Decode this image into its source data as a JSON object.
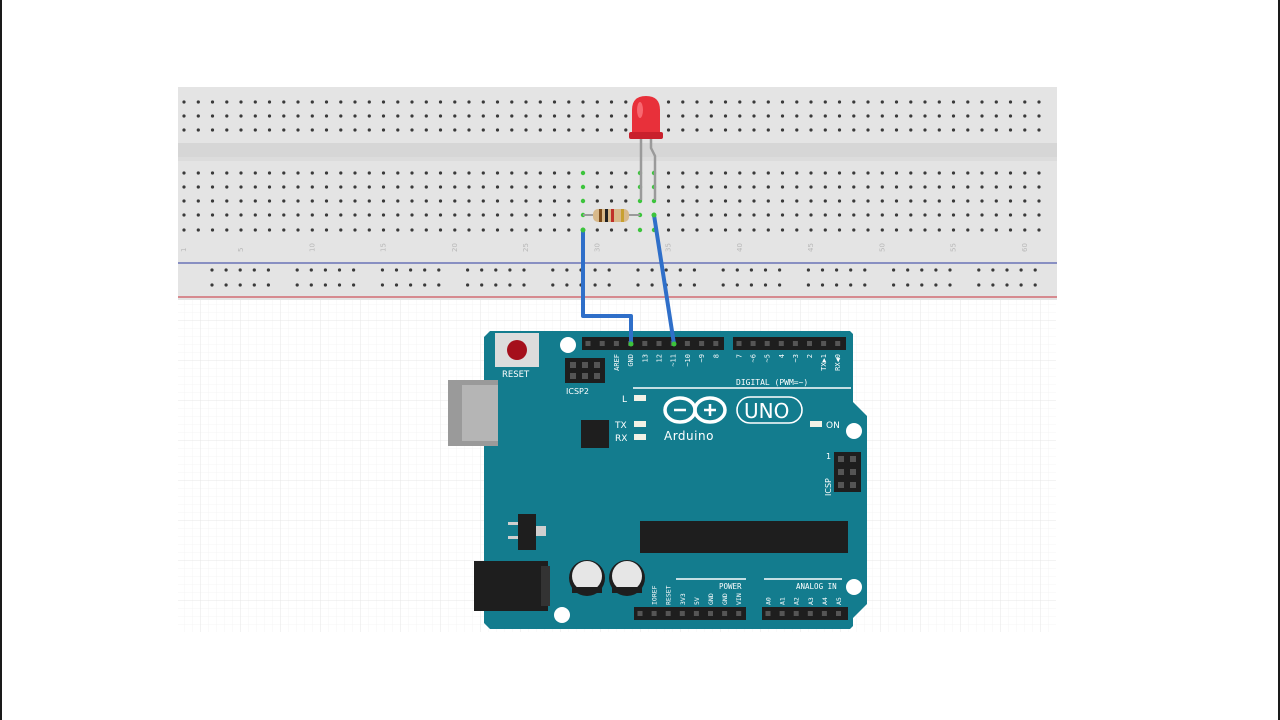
{
  "breadcrumb_hidden": "",
  "breadboard": {
    "column_numbers": [
      "1",
      "5",
      "10",
      "15",
      "20",
      "25",
      "30",
      "35",
      "40",
      "45",
      "50",
      "55",
      "60"
    ],
    "rail_colors": {
      "blue": "#2b3aa0",
      "red": "#c8303a"
    }
  },
  "arduino": {
    "board_color": "#137c8e",
    "reset_label": "RESET",
    "icsp2_label": "ICSP2",
    "icsp_label": "ICSP",
    "l_label": "L",
    "tx_label": "TX",
    "rx_label": "RX",
    "on_label": "ON",
    "brand_label": "Arduino",
    "model_label": "UNO",
    "digital_label": "DIGITAL (PWM=~)",
    "power_label": "POWER",
    "analog_label": "ANALOG IN",
    "icsp_pin1": "1",
    "top_pins": [
      "AREF",
      "GND",
      "13",
      "12",
      "~11",
      "~10",
      "~9",
      "8",
      "7",
      "~6",
      "~5",
      "4",
      "~3",
      "2",
      "TX▶1",
      "RX◀0"
    ],
    "power_pins": [
      "IOREF",
      "RESET",
      "3V3",
      "5V",
      "GND",
      "GND",
      "VIN"
    ],
    "analog_pins": [
      "A0",
      "A1",
      "A2",
      "A3",
      "A4",
      "A5"
    ]
  },
  "components": {
    "led_color": "#e8303a",
    "wire_color": "#2f6fc9"
  }
}
